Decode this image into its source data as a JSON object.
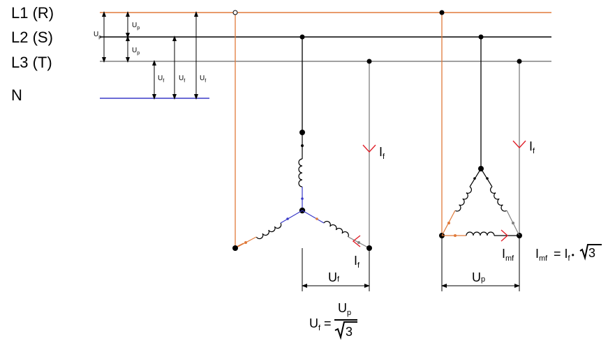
{
  "lines": [
    {
      "label": "L1 (R)"
    },
    {
      "label": "L2 (S)"
    },
    {
      "label": "L3 (T)"
    },
    {
      "label": "N"
    }
  ],
  "voltage_labels": {
    "U_main": "U",
    "sub_p": "p",
    "sub_f": "f"
  },
  "star": {
    "current_main": "I",
    "current_sub": "f",
    "dim_main": "U",
    "dim_sub": "f"
  },
  "delta": {
    "current_main": "I",
    "current_sub": "f",
    "phase_current_main": "I",
    "phase_current_sub": "mf",
    "dim_main": "U",
    "dim_sub": "p"
  },
  "formulas": {
    "star_U": "U",
    "star_U_sub": "f",
    "star_eq": "=",
    "star_num": "U",
    "star_num_sub": "p",
    "star_den": "3",
    "delta_I": "I",
    "delta_I_sub": "mf",
    "delta_eq": "= I",
    "delta_f_sub": "f",
    "delta_dot": "•",
    "delta_root": "3"
  },
  "colors": {
    "L1": "#e07a3a",
    "L2": "#000000",
    "L3": "#808080",
    "N": "#3a3ac8",
    "arrow": "#e0202a"
  }
}
